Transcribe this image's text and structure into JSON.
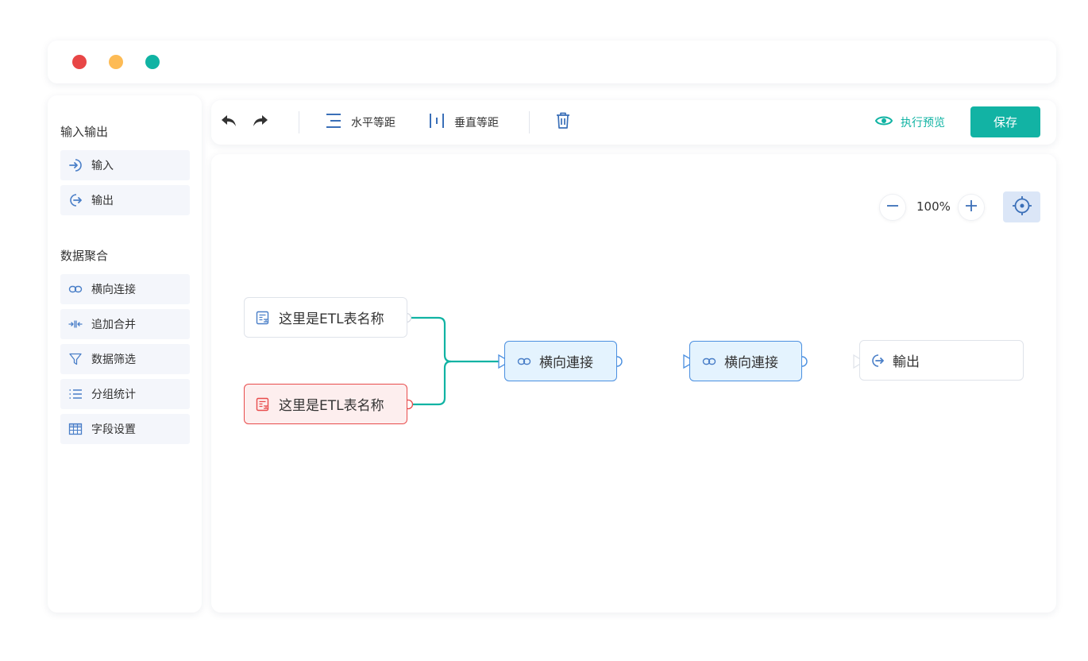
{
  "sidebar": {
    "group_io": "输入输出",
    "items_io": [
      {
        "label": "输入",
        "icon": "input-icon"
      },
      {
        "label": "输出",
        "icon": "output-icon"
      }
    ],
    "group_agg": "数据聚合",
    "items_agg": [
      {
        "label": "横向连接",
        "icon": "link-icon"
      },
      {
        "label": "追加合并",
        "icon": "append-merge-icon"
      },
      {
        "label": "数据筛选",
        "icon": "filter-icon"
      },
      {
        "label": "分组统计",
        "icon": "list-icon"
      },
      {
        "label": "字段设置",
        "icon": "table-icon"
      }
    ]
  },
  "toolbar": {
    "horizontal_spacing": "水平等距",
    "vertical_spacing": "垂直等距",
    "preview": "执行预览",
    "save": "保存"
  },
  "canvas": {
    "zoom_level": "100%",
    "nodes": {
      "source_1": "这里是ETL表名称",
      "source_2": "这里是ETL表名称",
      "join_1": "横向連接",
      "join_2": "横向連接",
      "output": "輸出"
    }
  },
  "colors": {
    "accent": "#12b3a4",
    "link_line": "#10b3a3",
    "node_blue": "#4a8fe0",
    "error_red": "#e84b4b",
    "icon_blue": "#4a7fc8"
  }
}
